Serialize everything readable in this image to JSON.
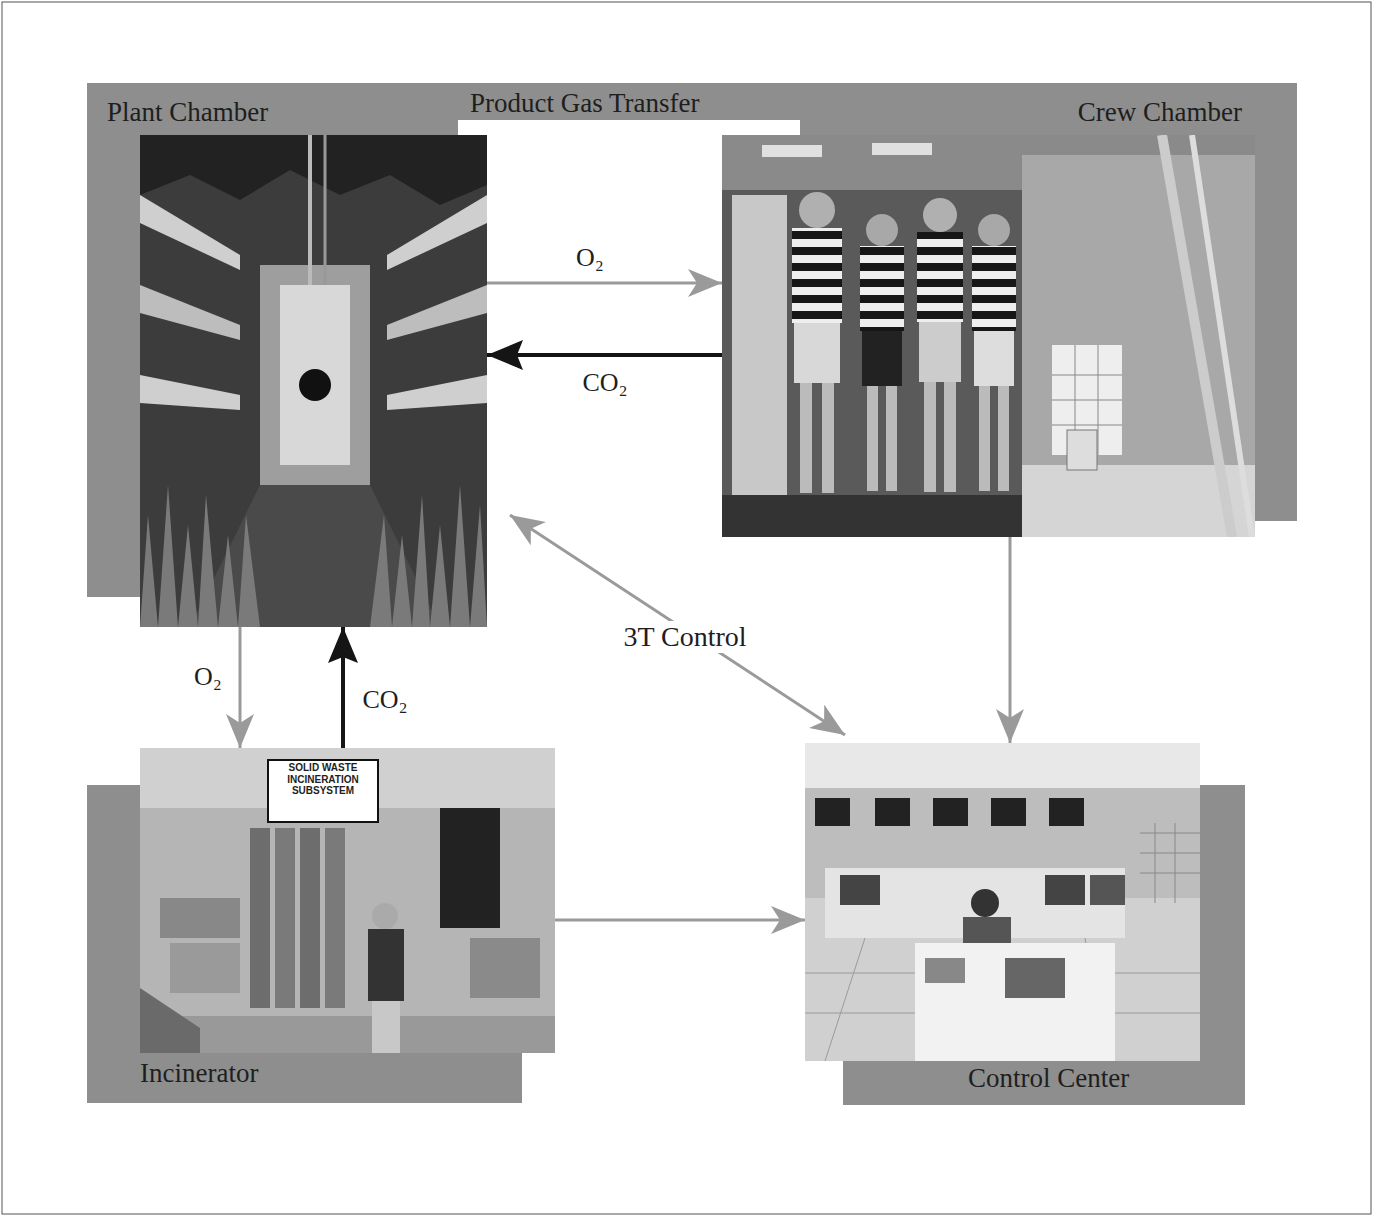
{
  "diagram": {
    "nodes": [
      {
        "text": [
          "Plant Chamber"
        ]
      },
      {
        "text": [
          "Crew Chamber"
        ]
      },
      {
        "text": [
          "Incinerator"
        ]
      },
      {
        "text": [
          "Control Center"
        ]
      }
    ],
    "edges": [
      {
        "from": 0,
        "to": 1,
        "label": "O₂",
        "arrow": "to"
      },
      {
        "from": 1,
        "to": 0,
        "label": "CO₂",
        "arrow": "to"
      },
      {
        "from": 0,
        "to": 2,
        "label": "O₂",
        "arrow": "to"
      },
      {
        "from": 2,
        "to": 0,
        "label": "CO₂",
        "arrow": "to"
      },
      {
        "from": 0,
        "to": 3,
        "label": "3T Control",
        "arrow": "both"
      },
      {
        "from": 1,
        "to": 3,
        "arrow": "to"
      },
      {
        "from": 2,
        "to": 3,
        "arrow": "to"
      }
    ],
    "labels": [
      "Product Gas Transfer",
      "SOLID WASTE INCINERATION SUBSYSTEM"
    ]
  }
}
